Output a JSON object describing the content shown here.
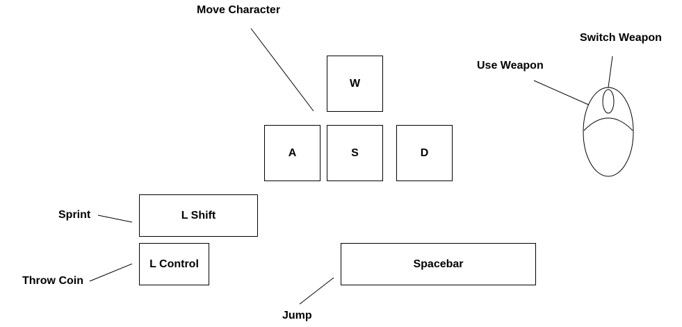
{
  "keys": {
    "w": "W",
    "a": "A",
    "s": "S",
    "d": "D",
    "l_shift": "L Shift",
    "l_control": "L Control",
    "spacebar": "Spacebar"
  },
  "labels": {
    "move_character": "Move Character",
    "switch_weapon": "Switch Weapon",
    "use_weapon": "Use Weapon",
    "sprint": "Sprint",
    "throw_coin": "Throw Coin",
    "jump": "Jump"
  },
  "colors": {
    "stroke": "#000000",
    "background": "#ffffff"
  }
}
